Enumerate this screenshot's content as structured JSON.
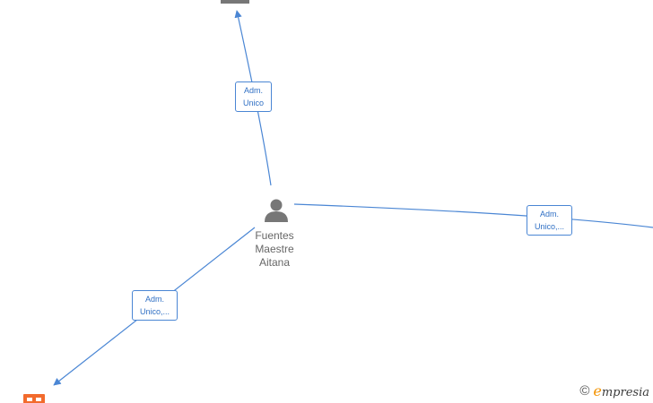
{
  "person": {
    "name_lines": [
      "Fuentes",
      "Maestre",
      "Aitana"
    ],
    "icon": "person-icon",
    "color": "#777777"
  },
  "top_node": {
    "icon": "building-icon",
    "color": "#777777"
  },
  "bottom_node": {
    "icon": "company-icon",
    "color": "#f26b2d"
  },
  "edges": {
    "top": {
      "label_lines": [
        "Adm.",
        "Unico"
      ]
    },
    "right": {
      "label_lines": [
        "Adm.",
        "Unico,..."
      ]
    },
    "bottom_left": {
      "label_lines": [
        "Adm.",
        "Unico,..."
      ]
    }
  },
  "edge_color": "#4a86d4",
  "brand": {
    "copyright": "©",
    "initial": "e",
    "rest": "mpresia"
  }
}
